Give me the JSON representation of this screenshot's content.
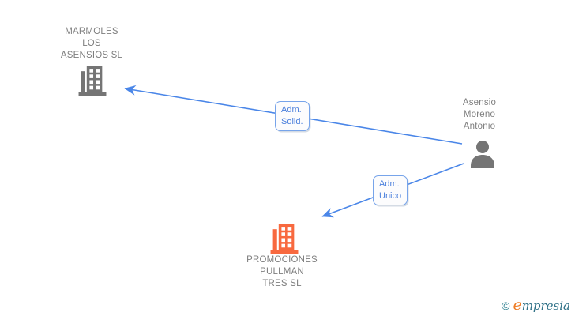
{
  "diagram": {
    "background_color": "#ffffff",
    "nodes": {
      "company_top": {
        "type": "company",
        "lines": [
          "MARMOLES",
          "LOS",
          "ASENSIOS SL"
        ],
        "icon": "building-icon",
        "icon_color": "#757575"
      },
      "person": {
        "type": "person",
        "lines": [
          "Asensio",
          "Moreno",
          "Antonio"
        ],
        "icon": "person-icon",
        "icon_color": "#757575"
      },
      "company_bottom": {
        "type": "company",
        "lines": [
          "PROMOCIONES",
          "PULLMAN",
          "TRES SL"
        ],
        "icon": "building-icon",
        "icon_color": "#f8693f"
      }
    },
    "edges": [
      {
        "from": "person",
        "to": "company_top",
        "label_lines": [
          "Adm.",
          "Solid."
        ],
        "line_color": "#4a86e8"
      },
      {
        "from": "person",
        "to": "company_bottom",
        "label_lines": [
          "Adm.",
          "Unico"
        ],
        "line_color": "#4a86e8"
      }
    ],
    "colors": {
      "edge_blue": "#4a86e8",
      "edge_label_text": "#4a7fdc",
      "edge_label_border": "#77a4ea",
      "node_text_gray": "#7e7e7e",
      "icon_gray": "#757575",
      "icon_orange": "#f8693f"
    }
  },
  "footer": {
    "copyright": "©",
    "brand_first_letter": "e",
    "brand_rest": "mpresia"
  }
}
